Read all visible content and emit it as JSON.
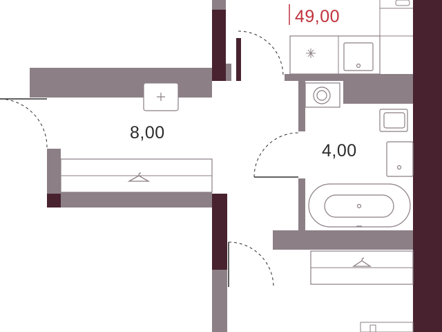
{
  "plan": {
    "colors": {
      "wall_main": "#48222f",
      "wall_secondary": "#8c7f86",
      "fixture_stroke": "#8a7d84",
      "accent": "#c0313d",
      "text": "#2b2b2b"
    },
    "total_area": "49,00",
    "rooms": [
      {
        "name": "room-left",
        "area": "8,00"
      },
      {
        "name": "bathroom",
        "area": "4,00"
      }
    ],
    "icons": [
      "radiator-plus-icon",
      "hanger-icon",
      "washing-machine-icon",
      "sink-icon",
      "bathtub-icon",
      "cooktop-icon"
    ]
  }
}
